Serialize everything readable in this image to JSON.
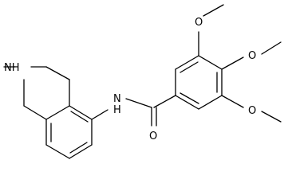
{
  "molecule": {
    "atoms": [
      {
        "id": "nh_ring",
        "label": "NH"
      },
      {
        "id": "nh_amide",
        "label": "N",
        "h_label": "H"
      },
      {
        "id": "o_carbonyl",
        "label": "O"
      },
      {
        "id": "o_methoxy_3",
        "label": "O"
      },
      {
        "id": "o_methoxy_4",
        "label": "O"
      },
      {
        "id": "o_methoxy_5",
        "label": "O"
      }
    ]
  }
}
